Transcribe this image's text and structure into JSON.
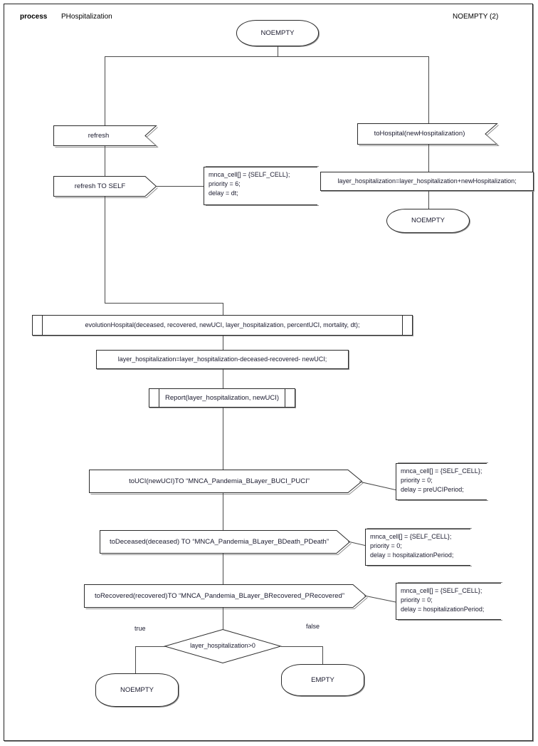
{
  "header": {
    "keyword": "process",
    "name": "PHospitalization",
    "state_right": "NOEMPTY (2)"
  },
  "nodes": {
    "start_state": "NOEMPTY",
    "refresh_in": "refresh",
    "refresh_out": "refresh TO SELF",
    "to_hospital_in": "toHospital(newHospitalization)",
    "hosp_assign": "layer_hospitalization=layer_hospitalization+newHospitalization;",
    "hosp_state": "NOEMPTY",
    "evolution": "evolutionHospital(deceased, recovered, newUCI, layer_hospitalization, percentUCI, mortality, dt);",
    "subtract_assign": "layer_hospitalization=layer_hospitalization-deceased-recovered- newUCI;",
    "report": "Report(layer_hospitalization, newUCI)",
    "to_uci": "toUCI(newUCI)TO “MNCA_Pandemia_BLayer_BUCI_PUCI”",
    "to_deceased": "toDeceased(deceased) TO “MNCA_Pandemia_BLayer_BDeath_PDeath”",
    "to_recovered": "toRecovered(recovered)TO “MNCA_Pandemia_BLayer_BRecovered_PRecovered”",
    "decision": "layer_hospitalization>0",
    "end_noempty": "NOEMPTY",
    "end_empty": "EMPTY"
  },
  "edge_labels": {
    "true": "true",
    "false": "false"
  },
  "notes": {
    "refresh_note": "mnca_cell[] = {SELF_CELL};\npriority = 6;\ndelay = dt;",
    "uci_note": "mnca_cell[] = {SELF_CELL};\npriority = 0;\ndelay = preUCIPeriod;",
    "deceased_note": "mnca_cell[] = {SELF_CELL};\npriority = 0;\ndelay = hospitalizationPeriod;",
    "recovered_note": "mnca_cell[] = {SELF_CELL};\npriority = 0;\ndelay = hospitalizationPeriod;"
  },
  "colors": {
    "stroke": "#2b2b2b",
    "shadow": "#8f8f8f",
    "text": "#1a1a2e",
    "line": "#4a4a4a",
    "background": "#ffffff"
  }
}
